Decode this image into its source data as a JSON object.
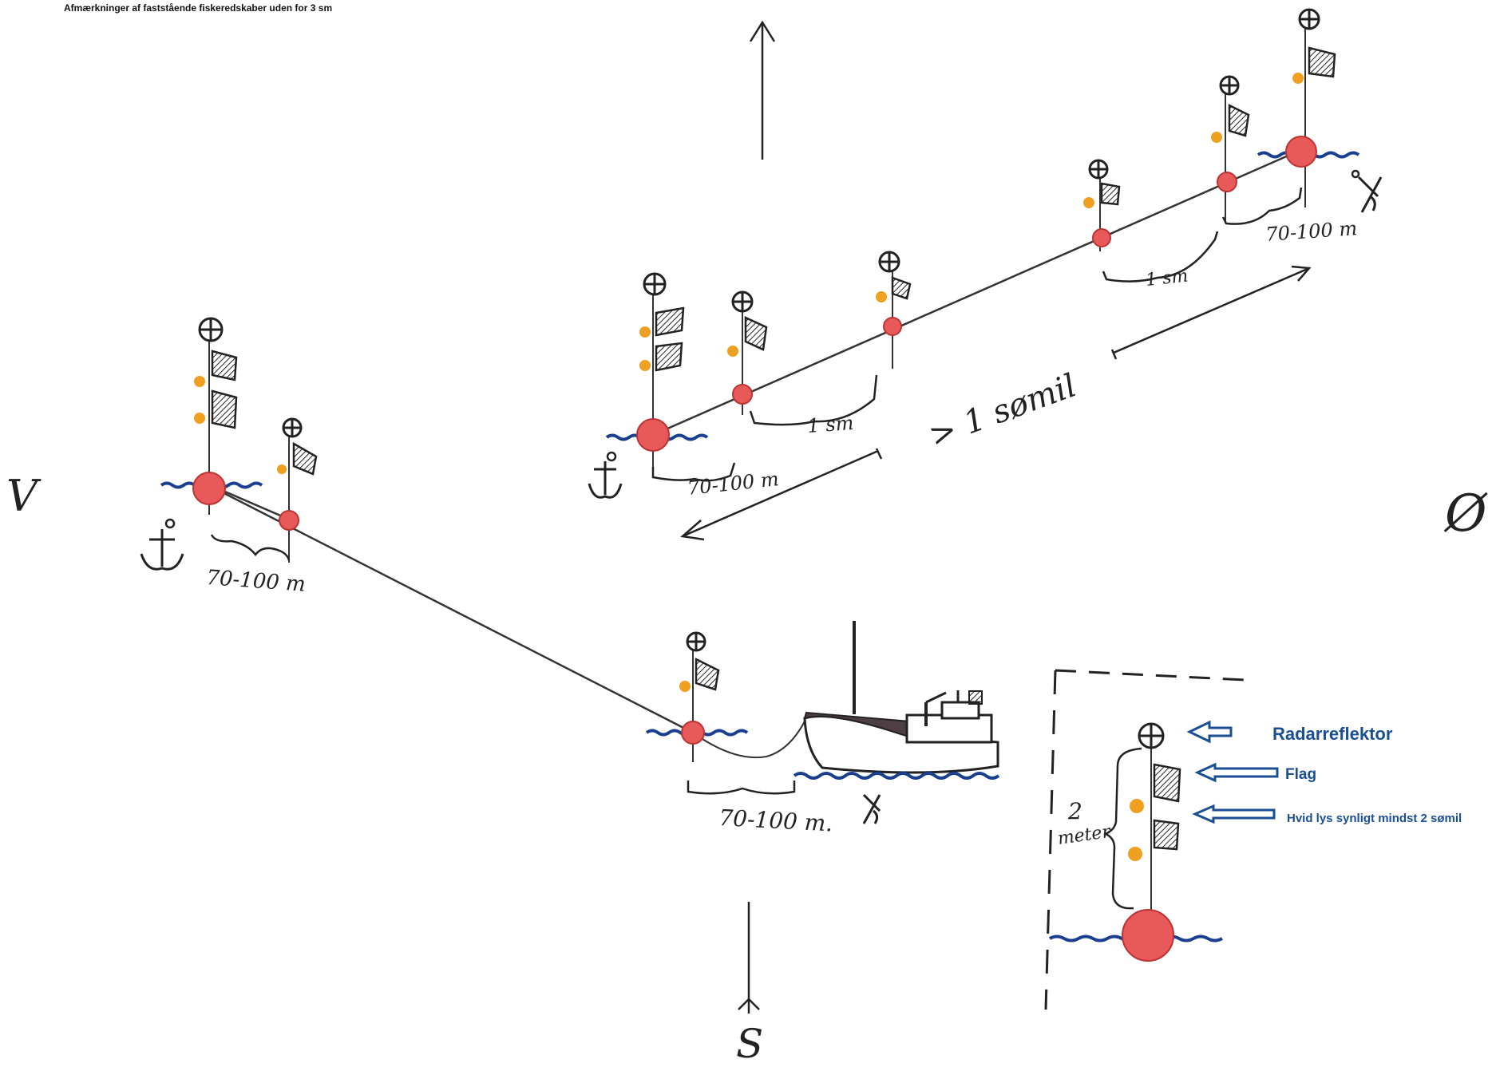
{
  "header": {
    "title": "Afmærkninger af faststående fiskeredskaber uden for 3 sm"
  },
  "compass": {
    "north_arrow": "north-arrow",
    "south_label": "S",
    "west_label": "V",
    "east_label": "Ø"
  },
  "distances": {
    "buoy_spacing": "70-100 m",
    "buoy_spacing_boat": "70-100 m.",
    "marker_spacing": "1 sm",
    "minimum_length": "> 1 sømil",
    "anchor_label": "anchor-icon",
    "fishing_gear_label": "fishing-gear-icon"
  },
  "legend": {
    "height_value": "2",
    "height_unit": "meter",
    "items": [
      {
        "label": "Radarreflektor",
        "icon": "radar-reflector-icon"
      },
      {
        "label": "Flag",
        "icon": "flag-icon"
      },
      {
        "label": "Hvid lys synligt mindst 2 sømil",
        "icon": "light-icon"
      }
    ]
  },
  "colors": {
    "buoy": "#e85a5a",
    "light": "#f0a020",
    "water": "#1a3f8f",
    "ink": "#222222",
    "legend_text": "#1a4f94"
  }
}
